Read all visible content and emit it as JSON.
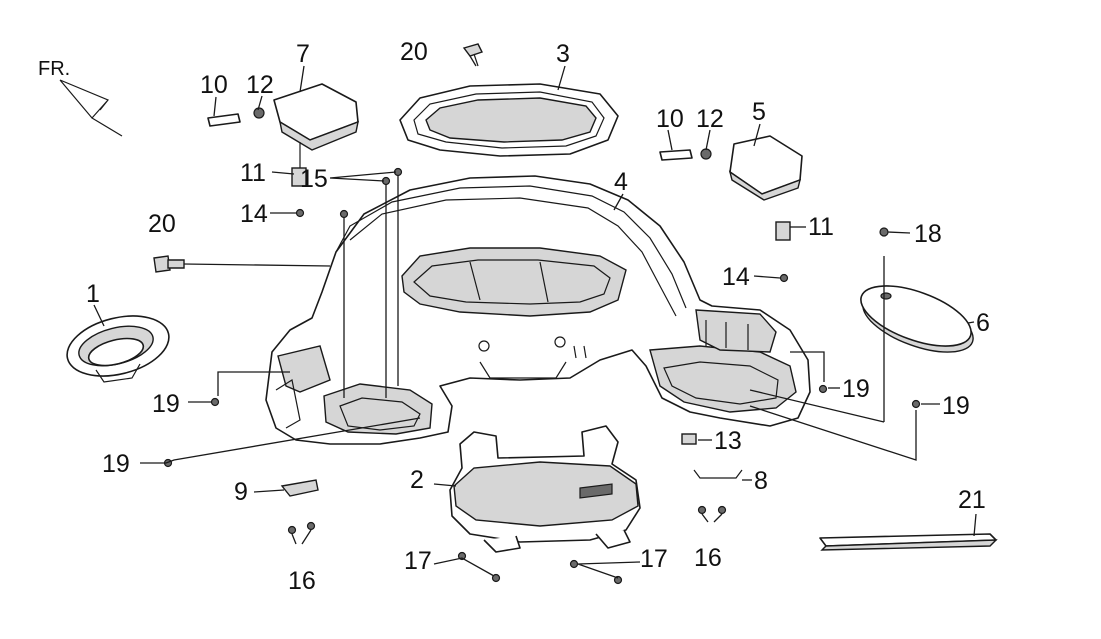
{
  "direction_label": "FR.",
  "part_labels": {
    "p1": "1",
    "p2": "2",
    "p3": "3",
    "p4": "4",
    "p5": "5",
    "p6": "6",
    "p7": "7",
    "p8": "8",
    "p9": "9",
    "p10a": "10",
    "p10b": "10",
    "p11a": "11",
    "p11b": "11",
    "p12a": "12",
    "p12b": "12",
    "p13": "13",
    "p14a": "14",
    "p14b": "14",
    "p15": "15",
    "p16a": "16",
    "p16b": "16",
    "p17a": "17",
    "p17b": "17",
    "p18": "18",
    "p19a": "19",
    "p19b": "19",
    "p19c": "19",
    "p19d": "19",
    "p20a": "20",
    "p20b": "20",
    "p21": "21"
  }
}
